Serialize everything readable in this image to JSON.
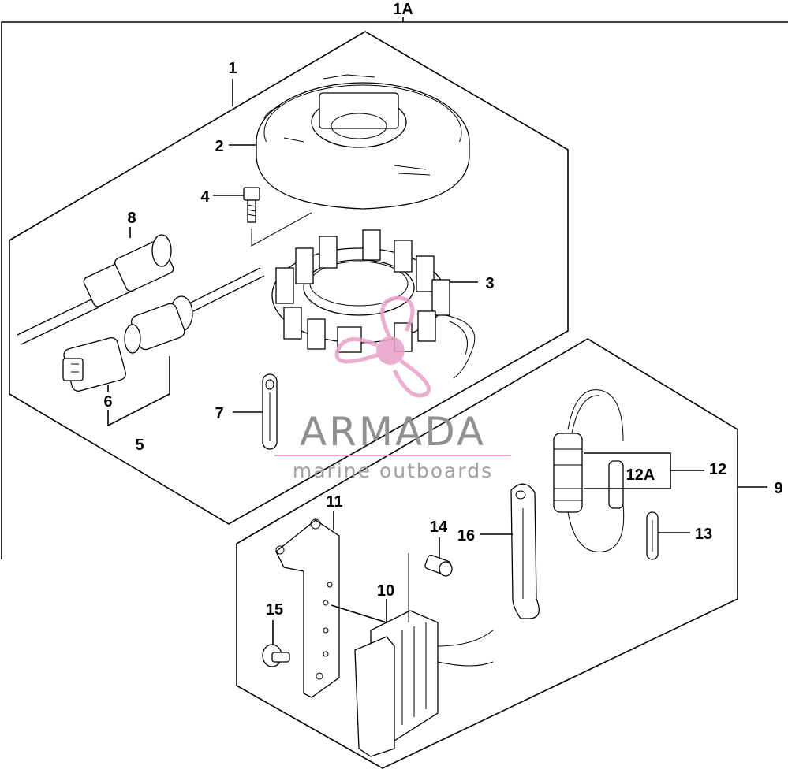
{
  "diagram": {
    "group_labels": {
      "top": "1A",
      "assembly": "9"
    },
    "callouts": {
      "c1": "1",
      "c2": "2",
      "c3": "3",
      "c4": "4",
      "c5": "5",
      "c6": "6",
      "c7": "7",
      "c8": "8",
      "c10": "10",
      "c11": "11",
      "c12": "12",
      "c12a": "12A",
      "c13": "13",
      "c14": "14",
      "c15": "15",
      "c16": "16"
    }
  },
  "watermark": {
    "brand": "ARMADA",
    "tagline": "marine outboards",
    "logo_color": "#e8a0c8",
    "icon": "propeller-logo-icon"
  }
}
